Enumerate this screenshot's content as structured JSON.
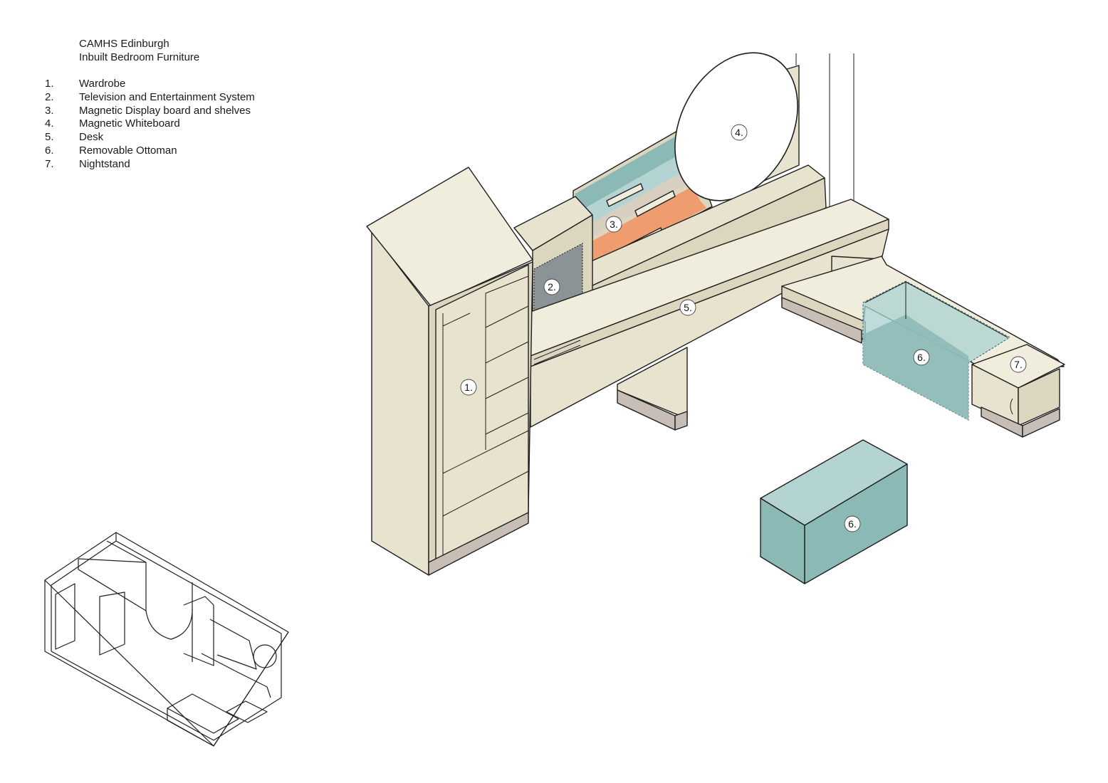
{
  "title": {
    "line1": "CAMHS Edinburgh",
    "line2": "Inbuilt Bedroom Furniture"
  },
  "legend": [
    {
      "num": "1.",
      "label": "Wardrobe"
    },
    {
      "num": "2.",
      "label": "Television and Entertainment System"
    },
    {
      "num": "3.",
      "label": "Magnetic Display board and shelves"
    },
    {
      "num": "4.",
      "label": "Magnetic Whiteboard"
    },
    {
      "num": "5.",
      "label": "Desk"
    },
    {
      "num": "6.",
      "label": "Removable Ottoman"
    },
    {
      "num": "7.",
      "label": "Nightstand"
    }
  ],
  "callouts": {
    "wardrobe": "1.",
    "tv": "2.",
    "display": "3.",
    "whiteboard": "4.",
    "desk": "5.",
    "ottoman_installed": "6.",
    "ottoman_removed": "6.",
    "nightstand": "7."
  },
  "colors": {
    "cream": "#e8e3cf",
    "teal": "#8bb9b6",
    "orange": "#ef9d6f",
    "screen": "#8c9396"
  }
}
